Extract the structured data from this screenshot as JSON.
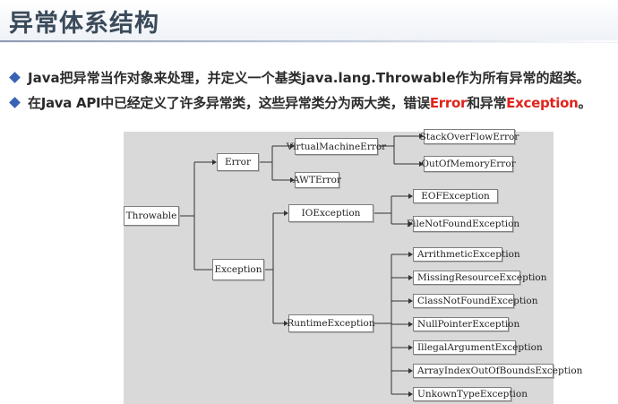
{
  "slide": {
    "title": "异常体系结构",
    "bullets": [
      {
        "text": "Java把异常当作对象来处理，并定义一个基类java.lang.Throwable作为所有异常的超类。"
      },
      {
        "prefix": "在Java API中已经定义了许多异常类，这些异常类分为两大类，错误",
        "error_word": "Error",
        "middle": "和异常",
        "exception_word": "Exception",
        "suffix": "。"
      }
    ],
    "colors": {
      "accent_red": "#e0241b",
      "bullet_blue": "#3a62b4",
      "title": "#3a4a5a"
    }
  },
  "diagram": {
    "nodes": {
      "throwable": "Throwable",
      "error": "Error",
      "virtual_machine_error": "VirtualMachineError",
      "stack_overflow_error": "StackOverFlowError",
      "out_of_memory_error": "OutOfMemoryError",
      "awt_error": "AWTError",
      "exception": "Exception",
      "io_exception": "IOException",
      "eof_exception": "EOFException",
      "file_not_found_exception": "FileNotFoundException",
      "runtime_exception": "RuntimeException",
      "arithmetic_exception": "ArrithmeticException",
      "missing_resource_exception": "MissingResourceException",
      "class_not_found_exception": "ClassNotFoundException",
      "null_pointer_exception": "NullPointerException",
      "illegal_argument_exception": "IllegalArgumentException",
      "array_index_out_of_bounds_exception": "ArrayIndexOutOfBoundsException",
      "unknown_type_exception": "UnkownTypeException"
    }
  }
}
